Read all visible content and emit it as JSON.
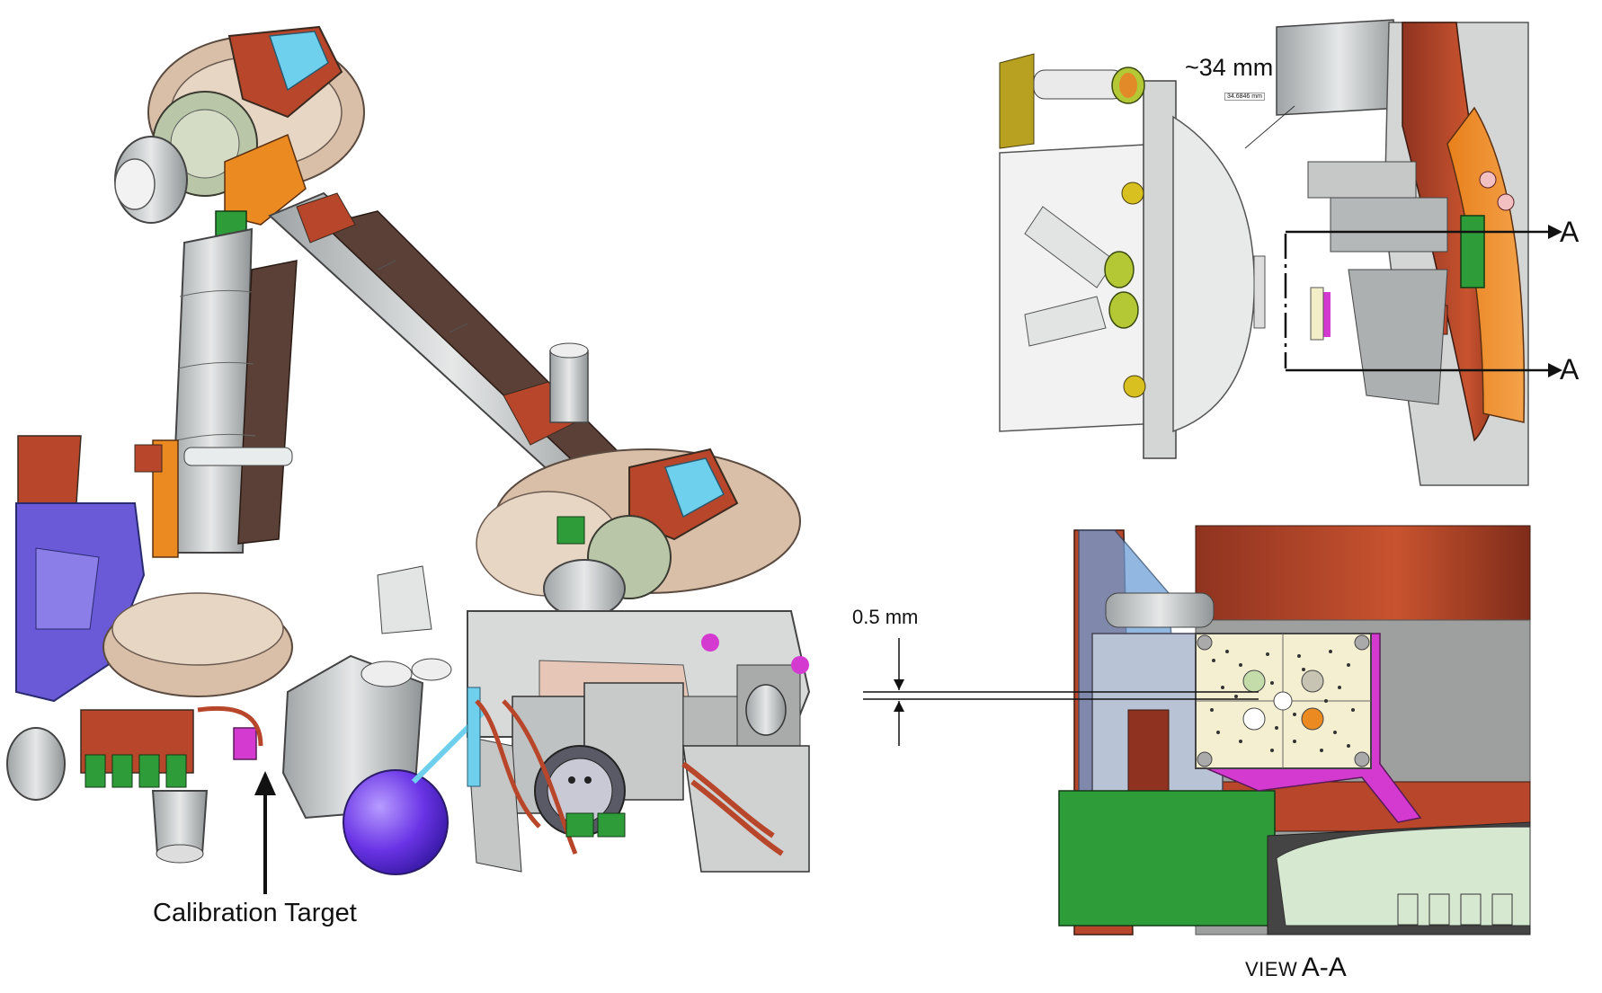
{
  "labels": {
    "calibration_target": "Calibration Target",
    "dim_34": "~34 mm",
    "dim_34_readout": "34.6846 mm",
    "section_a_top": "A",
    "section_a_bottom": "A",
    "dim_05": "0.5 mm",
    "view_word": "VIEW",
    "view_id": "A-A"
  },
  "colors": {
    "rust": "#b8462a",
    "tan": "#d9bfa8",
    "cyan": "#6fd0ee",
    "green": "#2f9c3a",
    "lightgray": "#d4d6d6",
    "darkbrown": "#5a4036",
    "purple": "#6a3fe0",
    "orange": "#ec8a22",
    "magenta": "#d43ad0",
    "cream": "#f4efd0",
    "blue": "#5a6ad8"
  }
}
